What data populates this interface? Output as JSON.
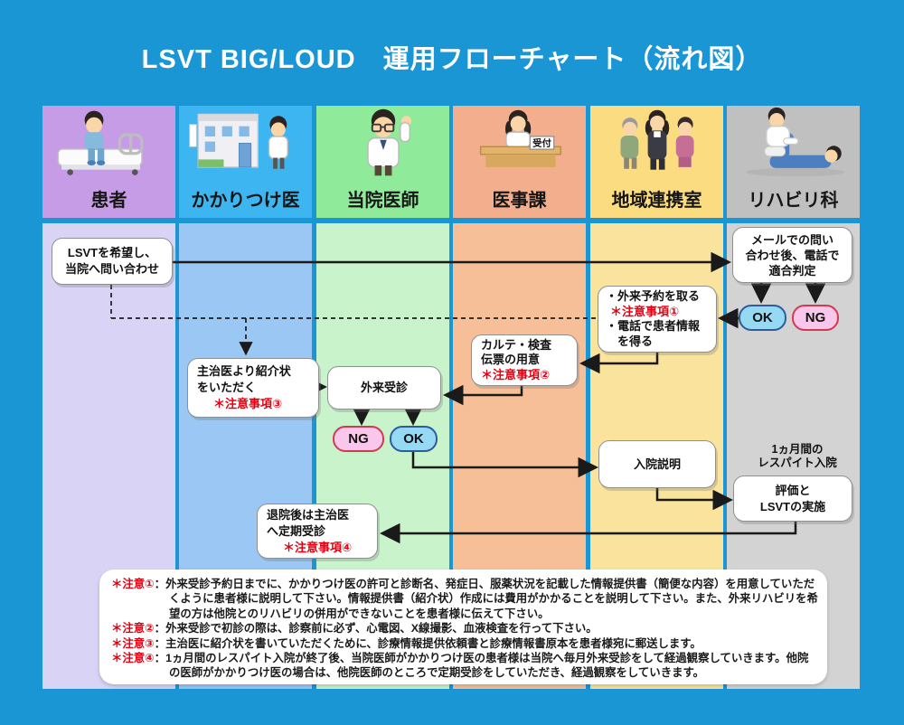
{
  "title": "LSVT BIG/LOUD　運用フローチャート（流れ図）",
  "columns": [
    {
      "label": "患者"
    },
    {
      "label": "かかりつけ医"
    },
    {
      "label": "当院医師"
    },
    {
      "label": "医事課",
      "desk_sign": "受付"
    },
    {
      "label": "地域連携室"
    },
    {
      "label": "リハビリ科"
    }
  ],
  "nodes": {
    "lsvt_inquiry": {
      "line1": "LSVTを希望し、",
      "line2": "当院へ問い合わせ"
    },
    "mail_triage": {
      "line1": "メールでの問い",
      "line2": "合わせ後、電話で",
      "line3": "適合判定"
    },
    "ok_triage": "OK",
    "ng_triage": "NG",
    "renkei": {
      "line1": "・外来予約を取る",
      "note": "＊注意事項①",
      "line2": "・電話で患者情報",
      "line3": "　を得る"
    },
    "karte": {
      "line1": "カルテ・検査",
      "line2": "伝票の用意",
      "note": "＊注意事項②"
    },
    "referral": {
      "line1": "主治医より紹介状",
      "line2": "をいただく",
      "note": "＊注意事項③"
    },
    "outpatient": "外来受診",
    "ng_visit": "NG",
    "ok_visit": "OK",
    "admission": "入院説明",
    "respite": {
      "line1": "1ヵ月間の",
      "line2": "レスパイト入院"
    },
    "evaluation": {
      "line1": "評価と",
      "line2": "LSVTの実施"
    },
    "discharge": {
      "line1": "退院後は主治医",
      "line2": "へ定期受診",
      "note": "＊注意事項④"
    }
  },
  "notes": {
    "colon": "：",
    "items": [
      {
        "marker": "＊注意①",
        "text": "外来受診予約日までに、かかりつけ医の許可と診断名、発症日、服薬状況を記載した情報提供書（簡便な内容）を用意していただくように患者様に説明して下さい。情報提供書（紹介状）作成には費用がかかることを説明して下さい。また、外来リハビリを希望の方は他院とのリハビリの併用ができないことを患者様に伝えて下さい。"
      },
      {
        "marker": "＊注意②",
        "text": "外来受診で初診の際は、診察前に必ず、心電図、X線撮影、血液検査を行って下さい。"
      },
      {
        "marker": "＊注意③",
        "text": "主治医に紹介状を書いていただくために、診療情報提供依頼書と診療情報書原本を患者様宛に郵送します。"
      },
      {
        "marker": "＊注意④",
        "text": "1ヵ月間のレスパイト入院が終了後、当院医師がかかりつけ医の患者様は当院へ毎月外来受診をして経過観察していきます。他院の医師がかかりつけ医の場合は、他院医師のところで定期受診をしていただき、経過観察をしていきます。"
      }
    ]
  },
  "colors": {
    "background": "#1A96D5",
    "note_red": "#E60012",
    "box_border": "#8F8F8F",
    "ok_fill": "#96D9F2",
    "ok_border": "#2B5C9E",
    "ng_fill": "#F9C6EC",
    "ng_border": "#D23A51",
    "column_headers": [
      "#C69CE7",
      "#3CB5F0",
      "#8FEA9A",
      "#F3AF8D",
      "#FBDC80",
      "#C0C0C0"
    ],
    "column_bodies": [
      "#D9D3F5",
      "#9AC7F4",
      "#C9F3CB",
      "#F6BF97",
      "#FAE39C",
      "#D3D3D3"
    ]
  }
}
